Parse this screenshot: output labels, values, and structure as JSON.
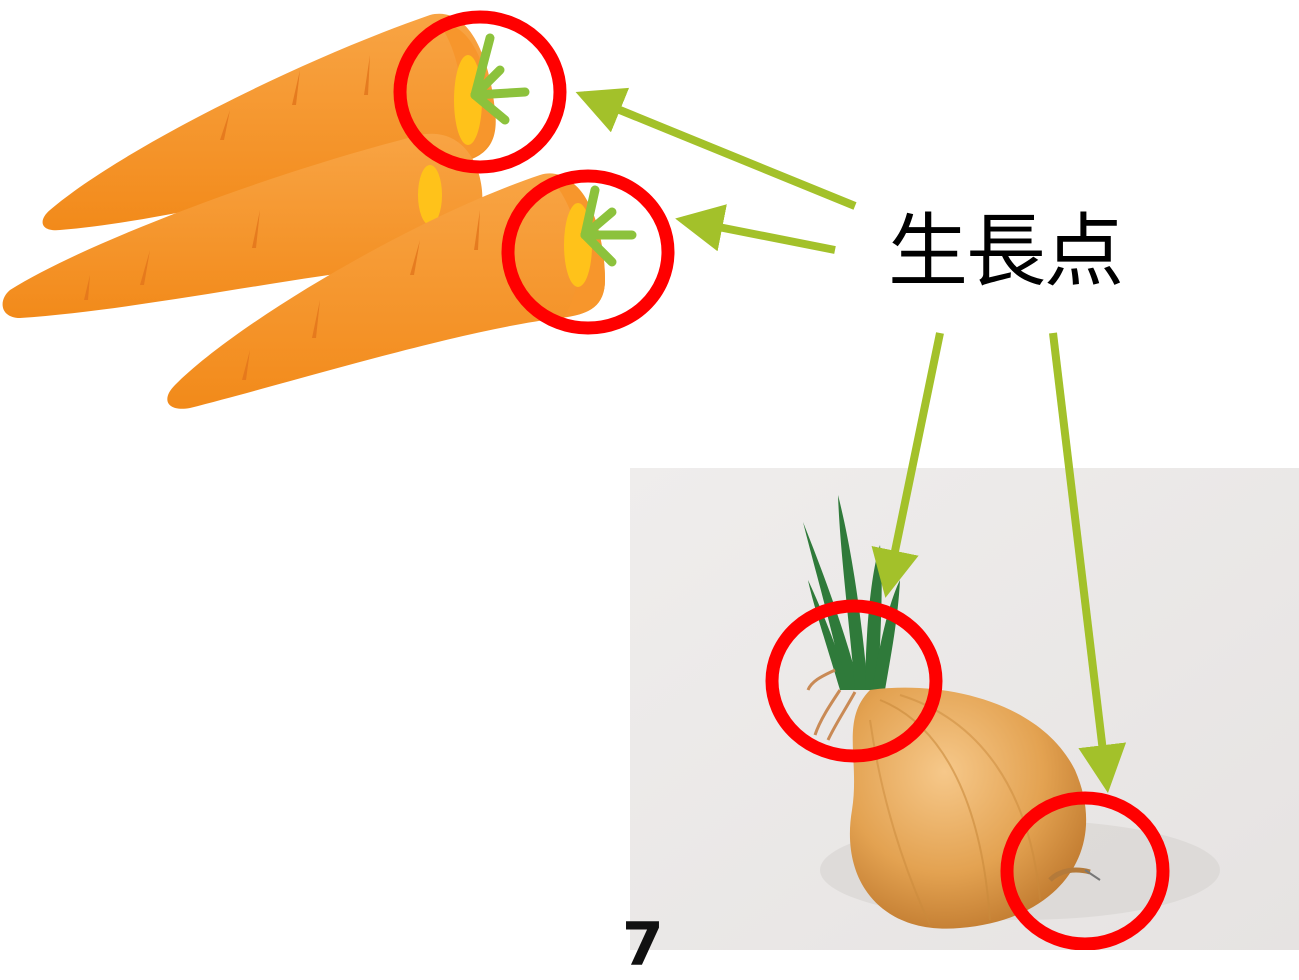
{
  "label": "生長点",
  "page_number": "7",
  "colors": {
    "arrow": "#a3c12a",
    "marker_circle": "#ff0000",
    "carrot": "#f28a1a",
    "carrot_highlight": "#f9a645",
    "carrot_core": "#ffc21a",
    "carrot_stem": "#8cc23c",
    "onion": "#e3a251",
    "onion_sprout": "#2f7a3a",
    "photo_background": "#efeceb"
  },
  "figures": [
    {
      "name": "carrots-illustration",
      "count": 3
    },
    {
      "name": "onion-photo"
    }
  ]
}
